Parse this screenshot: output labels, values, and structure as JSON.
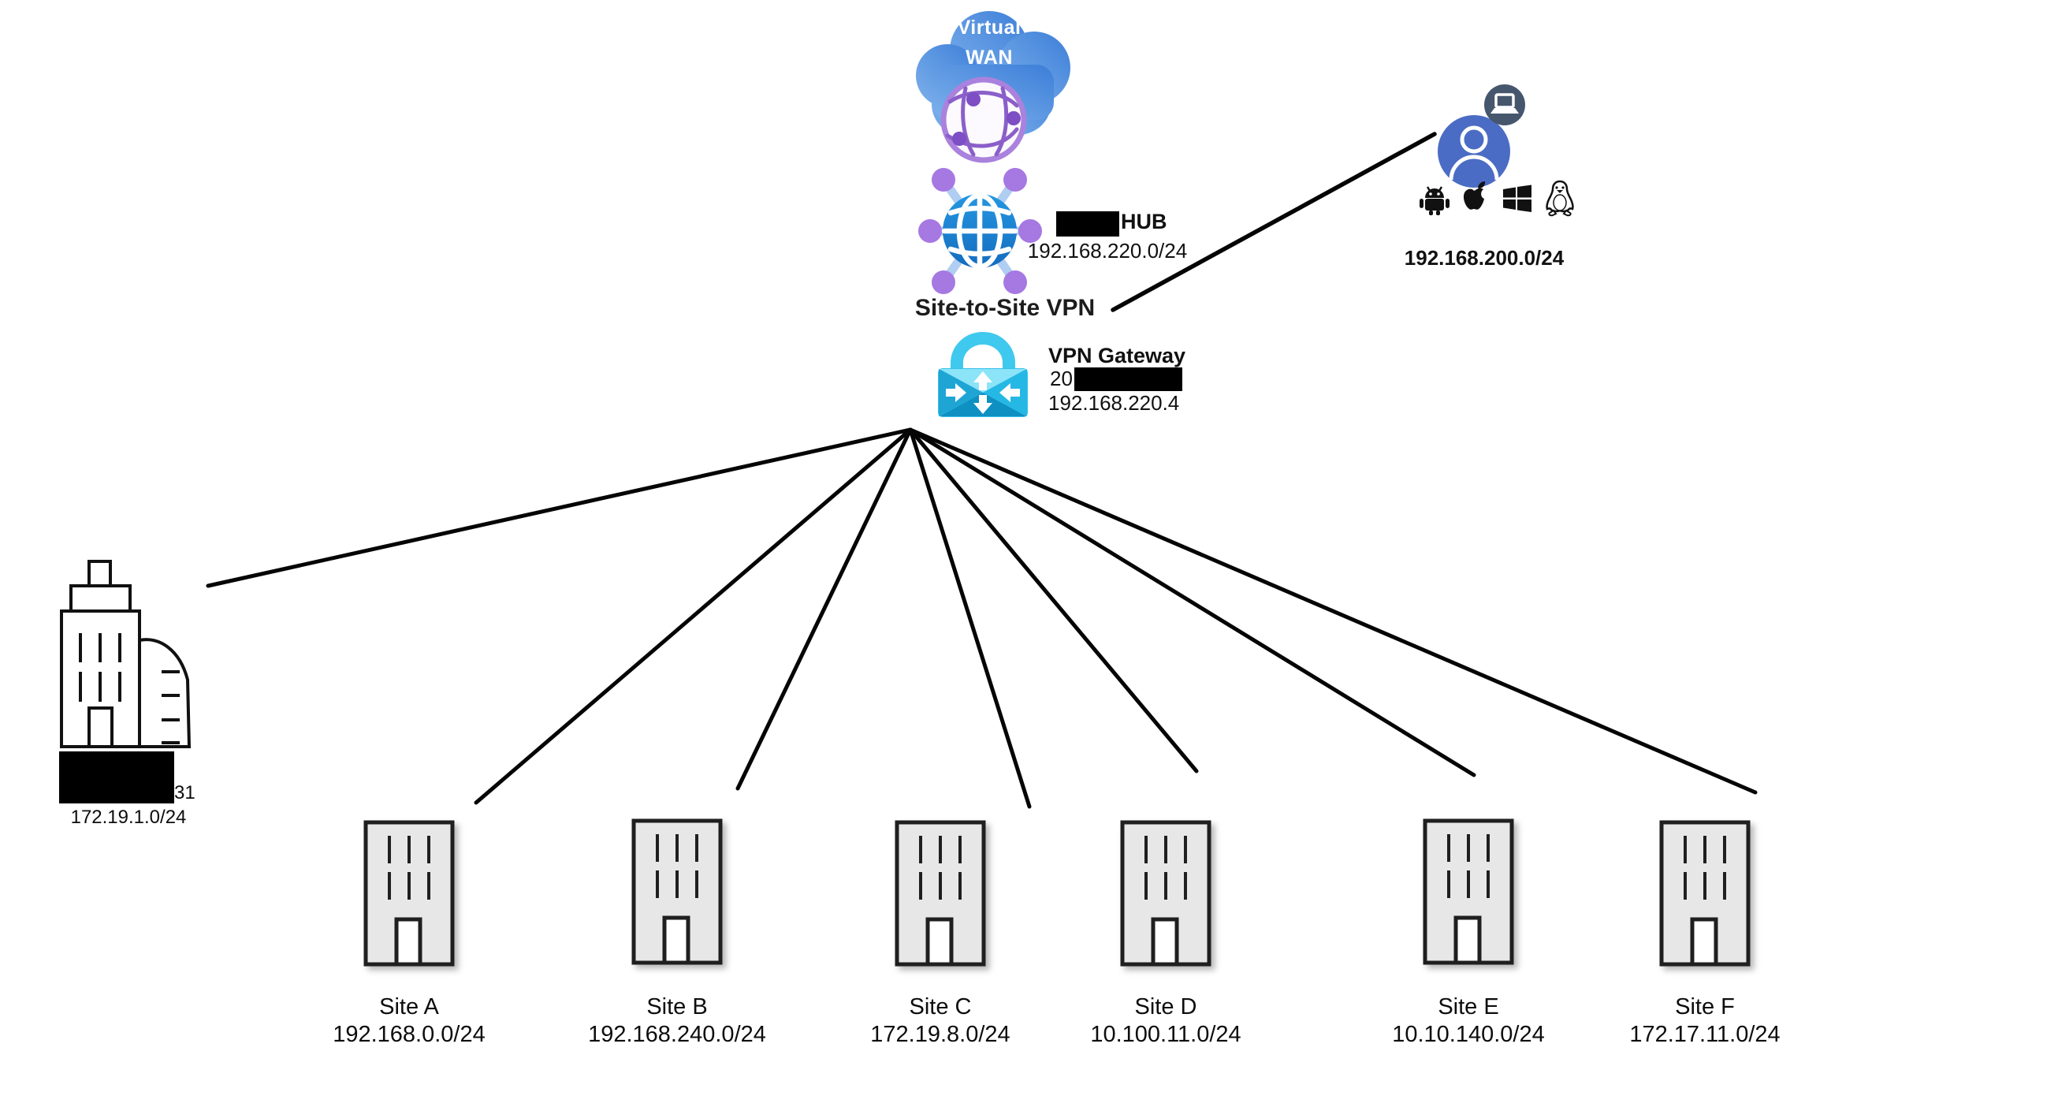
{
  "diagram": {
    "virtual_wan": {
      "title_line1": "Virtual",
      "title_line2": "WAN"
    },
    "hub": {
      "label": "HUB",
      "subnet": "192.168.220.0/24"
    },
    "site_to_site_vpn_label": "Site-to-Site VPN",
    "vpn_gateway": {
      "label": "VPN Gateway",
      "public_ip_visible_prefix": "20",
      "private_ip": "192.168.220.4"
    },
    "p2s_clients": {
      "subnet": "192.168.200.0/24",
      "platforms": [
        "android",
        "apple",
        "windows",
        "linux"
      ]
    },
    "hq_site": {
      "visible_text_suffix": "31",
      "subnet": "172.19.1.0/24"
    },
    "branch_sites": [
      {
        "name": "Site A",
        "subnet": "192.168.0.0/24"
      },
      {
        "name": "Site B",
        "subnet": "192.168.240.0/24"
      },
      {
        "name": "Site C",
        "subnet": "172.19.8.0/24"
      },
      {
        "name": "Site D",
        "subnet": "10.100.11.0/24"
      },
      {
        "name": "Site E",
        "subnet": "10.10.140.0/24"
      },
      {
        "name": "Site F",
        "subnet": "172.17.11.0/24"
      }
    ],
    "colors": {
      "cloud_blue": "#4285d8",
      "globe_purple": "#8b5fc9",
      "hub_blue": "#1d83d4",
      "spoke_dot_purple": "#a678e2",
      "lock_cyan": "#2fbfe9",
      "user_blue": "#4b6cc4",
      "badge_slate": "#46566d",
      "building_gray": "#e7e7e7",
      "redaction_black": "#000000"
    }
  }
}
